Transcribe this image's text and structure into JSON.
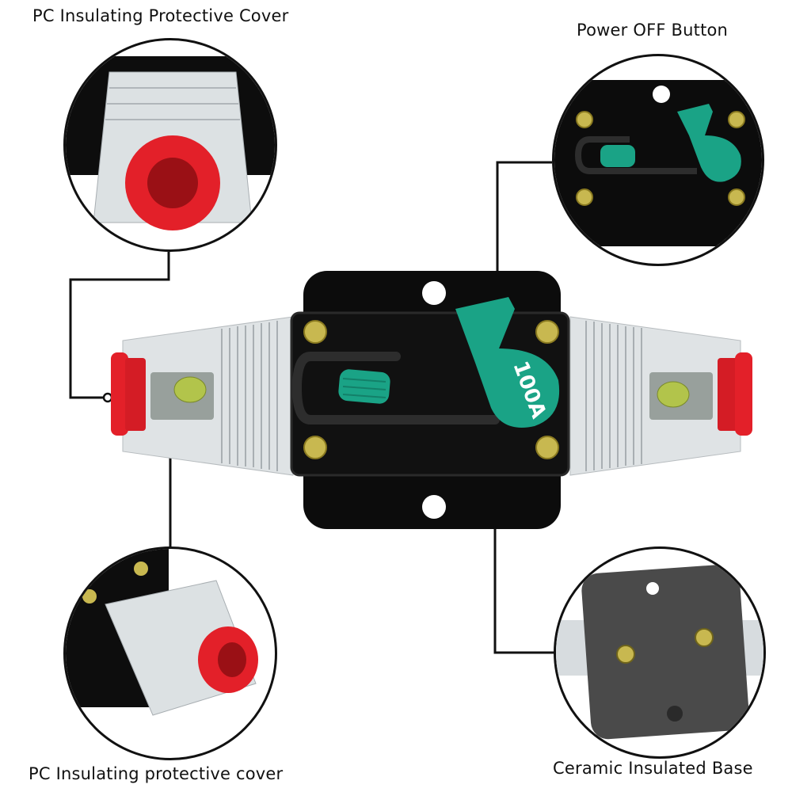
{
  "callouts": {
    "top_left": {
      "label": "PC Insulating Protective Cover"
    },
    "top_right": {
      "label": "Power OFF Button"
    },
    "bottom_left": {
      "label": "PC Insulating protective cover"
    },
    "bottom_right": {
      "label": "Ceramic Insulated Base"
    }
  },
  "product": {
    "rating_label": "100A",
    "colors": {
      "body": "#0c0c0c",
      "lever": "#1aa386",
      "end_cap": "#e0202a",
      "cover": "#d9dde0",
      "screw": "#c8b850",
      "base": "#4a4a4a"
    }
  }
}
